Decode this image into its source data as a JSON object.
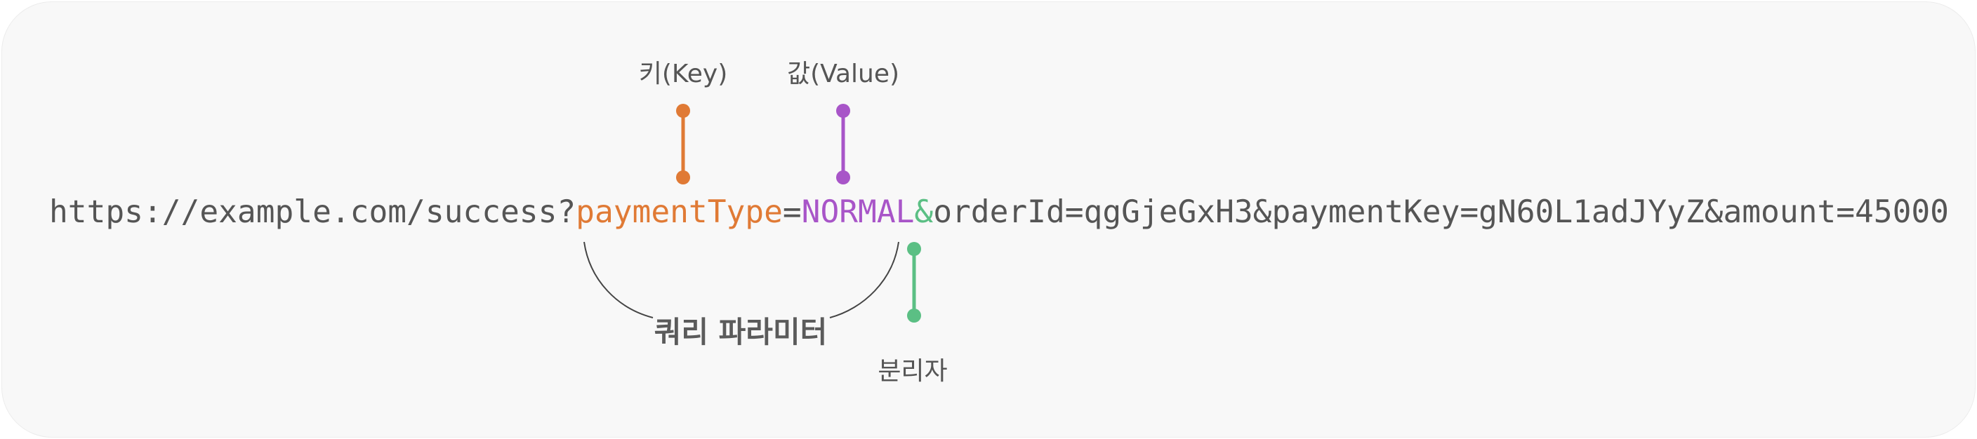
{
  "url": {
    "base": "https://example.com/success?",
    "key": "paymentType",
    "equals": "=",
    "value": "NORMAL",
    "separator": "&",
    "rest": "orderId=qgGjeGxH3&paymentKey=gN60L1adJYyZ&amount=45000"
  },
  "annotations": {
    "key_label": "키(Key)",
    "value_label": "값(Value)",
    "separator_label": "분리자",
    "query_param_label": "쿼리 파라미터"
  },
  "colors": {
    "key": "#e07a35",
    "value": "#a855c8",
    "separator": "#5bbf84",
    "text": "#555555",
    "background": "#f8f8f8"
  }
}
